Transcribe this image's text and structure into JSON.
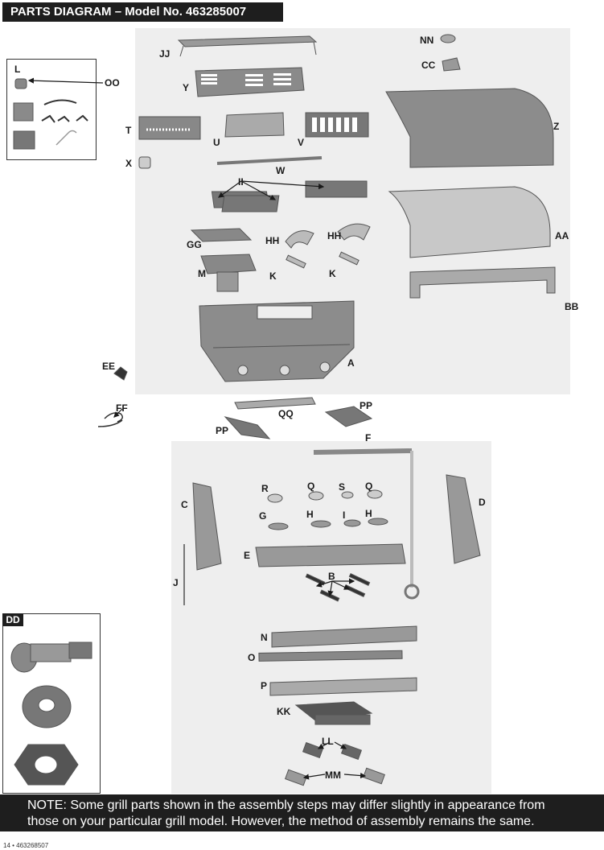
{
  "header": {
    "title": "PARTS DIAGRAM – Model No. 463285007"
  },
  "labels": {
    "L": "L",
    "OO": "OO",
    "JJ": "JJ",
    "NN": "NN",
    "CC": "CC",
    "Y": "Y",
    "T": "T",
    "U": "U",
    "V": "V",
    "Z": "Z",
    "X": "X",
    "W": "W",
    "II": "II",
    "GG": "GG",
    "HH1": "HH",
    "HH2": "HH",
    "AA": "AA",
    "M": "M",
    "K1": "K",
    "K2": "K",
    "BB": "BB",
    "EE": "EE",
    "A": "A",
    "FF": "FF",
    "QQ": "QQ",
    "PP1": "PP",
    "PP2": "PP",
    "F": "F",
    "C": "C",
    "R": "R",
    "Q1": "Q",
    "S": "S",
    "Q2": "Q",
    "D": "D",
    "G": "G",
    "H1": "H",
    "I": "I",
    "H2": "H",
    "E": "E",
    "J": "J",
    "B": "B",
    "DD": "DD",
    "N": "N",
    "O": "O",
    "P": "P",
    "KK": "KK",
    "LL": "LL",
    "MM": "MM"
  },
  "note": {
    "line1": "NOTE: Some grill parts shown in the assembly steps may differ slightly in appearance from",
    "line2": "those on your particular grill model. However, the method of assembly remains the same."
  },
  "footer": {
    "page": "14 • 463268507"
  }
}
